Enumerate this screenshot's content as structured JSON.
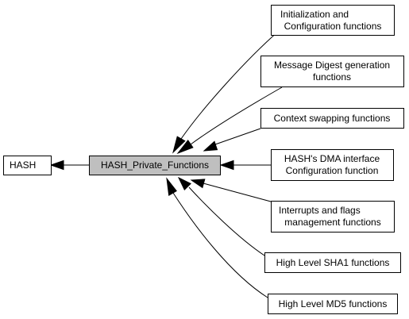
{
  "diagram": {
    "parent": {
      "label": "HASH"
    },
    "current": {
      "label": "HASH_Private_Functions"
    },
    "children": [
      {
        "lines": [
          "Initialization and",
          "Configuration functions"
        ]
      },
      {
        "lines": [
          "Message Digest generation",
          "functions"
        ]
      },
      {
        "lines": [
          "Context swapping functions"
        ]
      },
      {
        "lines": [
          "HASH's DMA interface",
          "Configuration function"
        ]
      },
      {
        "lines": [
          "Interrupts and flags",
          "management functions"
        ]
      },
      {
        "lines": [
          "High Level SHA1 functions"
        ]
      },
      {
        "lines": [
          "High Level MD5 functions"
        ]
      }
    ]
  }
}
